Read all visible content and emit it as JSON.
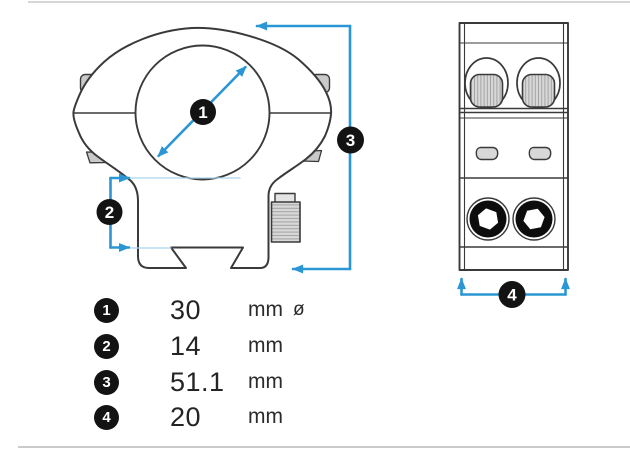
{
  "colors": {
    "accent_blue": "#2a97d4",
    "extension_blue": "#a9d4ec",
    "outline": "#3a3a3a",
    "badge_black": "#131313",
    "fill_gray": "#d8d8d8"
  },
  "legend": {
    "rows": [
      {
        "id": "1",
        "value": "30",
        "unit": "mm",
        "suffix": "ø"
      },
      {
        "id": "2",
        "value": "14",
        "unit": "mm",
        "suffix": ""
      },
      {
        "id": "3",
        "value": "51.1",
        "unit": "mm",
        "suffix": ""
      },
      {
        "id": "4",
        "value": "20",
        "unit": "mm",
        "suffix": ""
      }
    ]
  }
}
